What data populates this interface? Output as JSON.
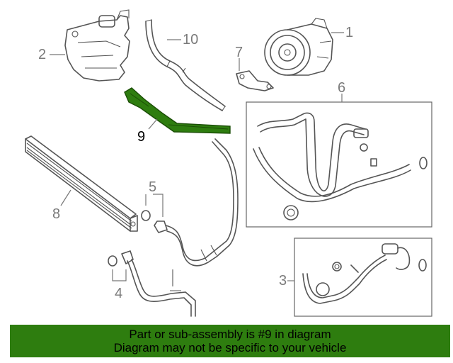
{
  "callouts": {
    "c1": "1",
    "c2": "2",
    "c3": "3",
    "c4": "4",
    "c5": "5",
    "c6": "6",
    "c7": "7",
    "c8": "8",
    "c9": "9",
    "c10": "10"
  },
  "highlight_color": "#2e7d0f",
  "banner": {
    "line1": "Part or sub-assembly is #9 in diagram",
    "line2": "Diagram may not be specific to your vehicle"
  }
}
